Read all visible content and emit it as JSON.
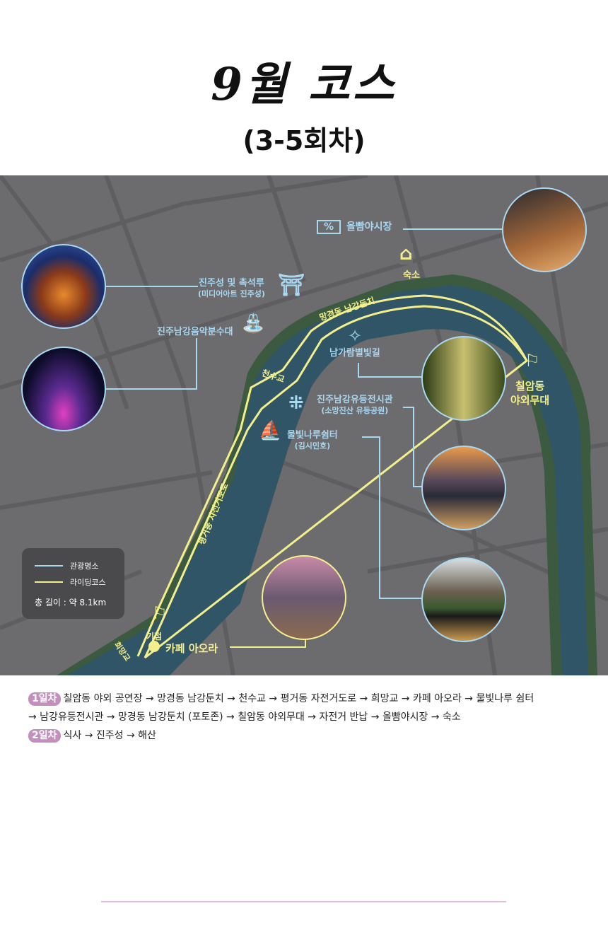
{
  "header": {
    "title": "9월 코스",
    "subtitle": "(3-5회차)"
  },
  "colors": {
    "map_bg": "#6c6b6e",
    "river": "#2f5566",
    "bank": "#3c5a40",
    "route": "#f3ef8c",
    "attraction": "#a8d8f2",
    "badge": "#c38fbc"
  },
  "map": {
    "attractions": [
      {
        "name": "올빰야시장",
        "icon": "ticket-percent-icon"
      },
      {
        "name": "진주성 및 촉석루",
        "sub": "(미디어아트 진주성)",
        "icon": "fortress-gate-icon"
      },
      {
        "name": "진주남강음악분수대",
        "icon": "fountain-icon"
      },
      {
        "name": "남가람별빛길",
        "icon": "star-icon"
      },
      {
        "name": "진주남강유등전시관",
        "sub": "(소망진산 유등공원)",
        "icon": "sparkle-burst-icon"
      },
      {
        "name": "물빛나루쉼터",
        "sub": "(김시민호)",
        "icon": "sailboat-icon"
      }
    ],
    "route_labels": {
      "lodging": "숙소",
      "lodging_icon": "house-icon",
      "mangyeong": "망경동 남강둔치",
      "cheonsu": "천수교",
      "pyeonggeo": "평거동 자전거도로",
      "huimang": "희망교",
      "start": "기점",
      "cafe": "카페 아오라",
      "finish_line1": "칠암동",
      "finish_line2": "야외무대",
      "flag_icon": "flag-icon"
    },
    "legend": {
      "attraction": "관광명소",
      "route": "라이딩코스",
      "length": "총 길이 : 약 8.1km"
    }
  },
  "itinerary": {
    "day1_badge": "1일차",
    "day1_line1": "칠암동 야외 공연장 → 망경동 남강둔치 → 천수교 → 평거동 자전거도로 → 희망교 → 카페 아오라 → 물빛나루 쉼터",
    "day1_line2": "→ 남강유등전시관 → 망경동 남강둔치 (포토존) → 칠암동 야외무대 → 자전거 반납 → 올빰야시장 → 숙소",
    "day2_badge": "2일차",
    "day2_line": "식사 → 진주성 → 해산"
  }
}
